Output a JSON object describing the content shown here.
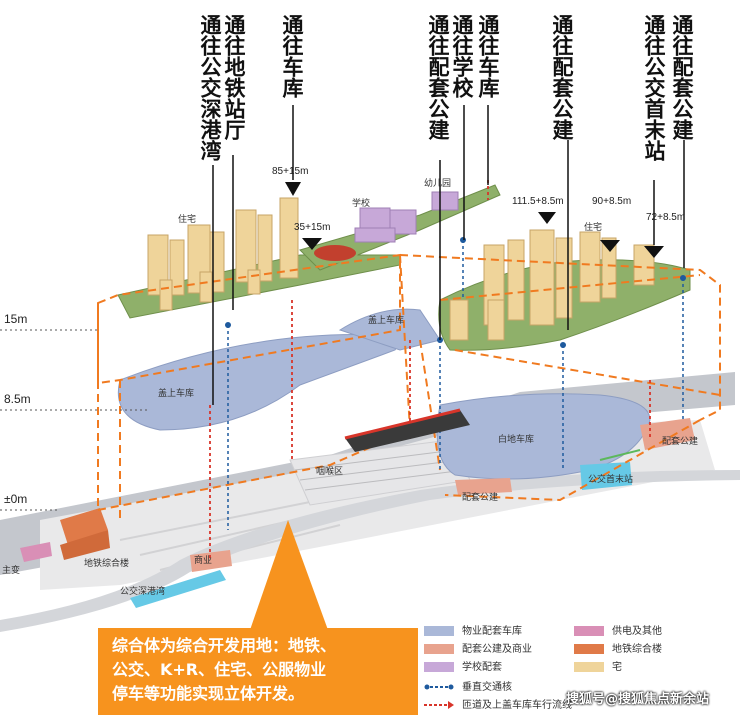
{
  "top_labels": [
    {
      "id": "bus-terminal-shengang",
      "text": "通往公交深港湾"
    },
    {
      "id": "metro-hall",
      "text": "通往地铁站厅"
    },
    {
      "id": "garage-1",
      "text": "通往车库"
    },
    {
      "id": "facility-1",
      "text": "通往配套公建"
    },
    {
      "id": "school",
      "text": "通往学校"
    },
    {
      "id": "garage-2",
      "text": "通往车库"
    },
    {
      "id": "facility-2",
      "text": "通往配套公建"
    },
    {
      "id": "bus-terminal-first-last",
      "text": "通往公交首末站"
    },
    {
      "id": "facility-3",
      "text": "通往配套公建"
    }
  ],
  "levels": [
    "15m",
    "8.5m",
    "±0m"
  ],
  "elevations": [
    "85+15m",
    "35+15m",
    "111.5+8.5m",
    "90+8.5m",
    "72+8.5m"
  ],
  "zone_labels": {
    "residential_left": "住宅",
    "school": "学校",
    "kindergarten": "幼儿园",
    "residential_right": "住宅",
    "upper_garage": "盖上车库",
    "upper_garage_2": "盖上车库",
    "ground_garage": "白地车库",
    "depot": "咽喉区",
    "facility_ground": "配套公建",
    "facility_right": "配套公建",
    "bus_terminal": "公交首末站",
    "commercial": "商业",
    "metro_complex": "地铁综合楼",
    "substation": "主变",
    "bus_shengang": "公交深港湾"
  },
  "callout": {
    "line1": "综合体为综合开发用地：地铁、",
    "line2": "公交、K+R、住宅、公服物业",
    "line3": "停车等功能实现立体开发。"
  },
  "legend": [
    {
      "label": "物业配套车库",
      "color": "#aab8d8",
      "kind": "swatch"
    },
    {
      "label": "配套公建及商业",
      "color": "#e8a38e",
      "kind": "swatch"
    },
    {
      "label": "学校配套",
      "color": "#c7a8d8",
      "kind": "swatch"
    },
    {
      "label": "供电及其他",
      "color": "#d98fb6",
      "kind": "swatch"
    },
    {
      "label": "地铁综合楼",
      "color": "#e07a48",
      "kind": "swatch"
    },
    {
      "label": "宅",
      "color": "#efd49a",
      "kind": "swatch"
    },
    {
      "label": "垂直交通核",
      "color": "#1e5a9e",
      "kind": "dashed"
    },
    {
      "label": "匝道及上盖车库车行流线",
      "color": "#d8352a",
      "kind": "dashed"
    }
  ],
  "watermark": "搜狐号@搜狐焦点新余站"
}
